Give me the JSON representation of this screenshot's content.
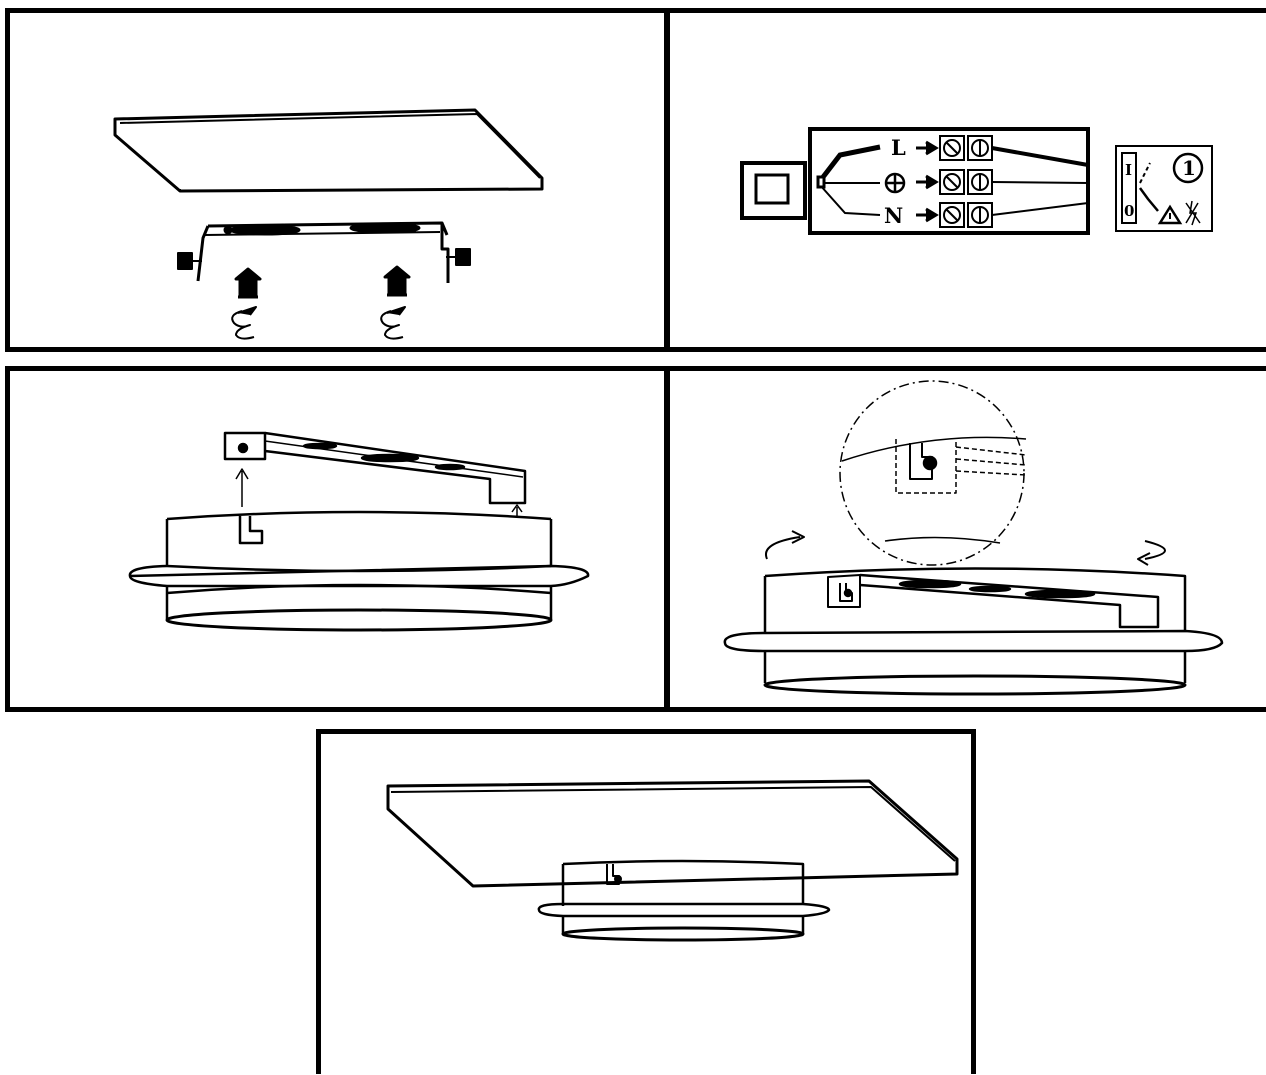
{
  "wiring": {
    "live_label": "L",
    "neutral_label": "N",
    "earth_symbol": "earth-ground-icon"
  },
  "switch_panel": {
    "on_label": "I",
    "off_label": "0",
    "step_number": "1",
    "icons": [
      "warning-triangle-icon",
      "no-power-crossed-icon"
    ]
  },
  "colors": {
    "line": "#000000",
    "background": "#ffffff"
  }
}
